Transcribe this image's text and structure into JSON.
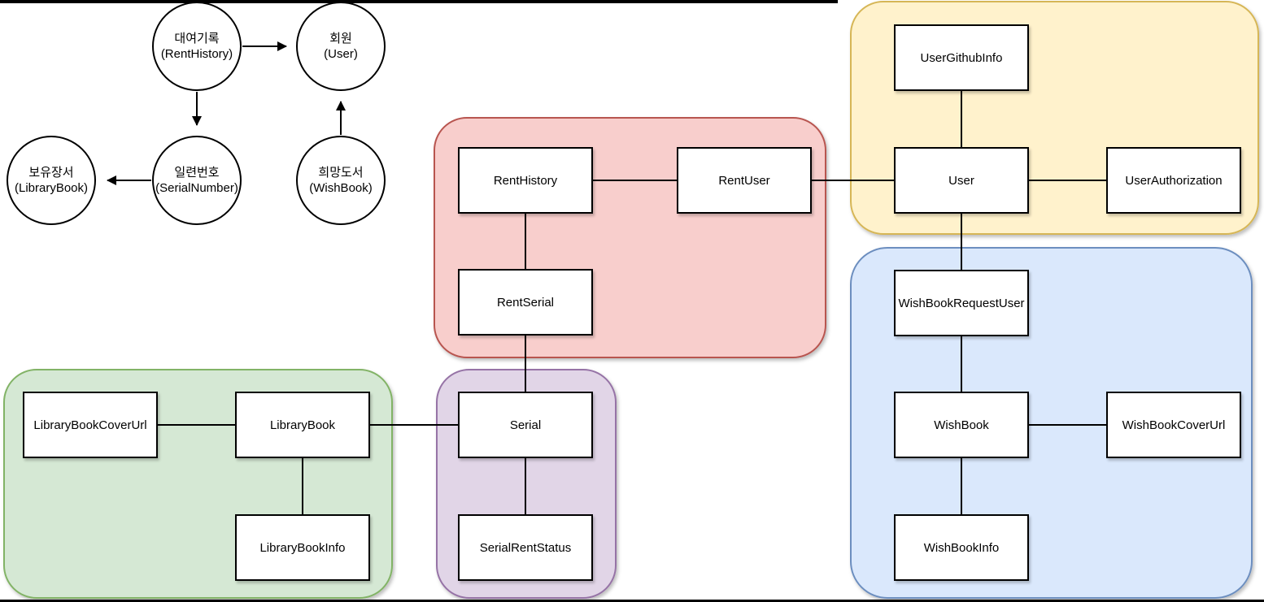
{
  "diagram": {
    "concept_nodes": [
      {
        "ko": "대여기록",
        "en": "(RentHistory)"
      },
      {
        "ko": "회원",
        "en": "(User)"
      },
      {
        "ko": "보유장서",
        "en": "(LibraryBook)"
      },
      {
        "ko": "일련번호",
        "en": "(SerialNumber)"
      },
      {
        "ko": "희망도서",
        "en": "(WishBook)"
      }
    ],
    "concept_arrows": [
      "대여기록(RentHistory) → 회원(User)",
      "대여기록(RentHistory) → 일련번호(SerialNumber)",
      "일련번호(SerialNumber) → 보유장서(LibraryBook)",
      "희망도서(WishBook) → 회원(User)"
    ],
    "nodes": {
      "rent_history": "RentHistory",
      "rent_user": "RentUser",
      "rent_serial": "RentSerial",
      "user_github_info": "UserGithubInfo",
      "user": "User",
      "user_authorization": "UserAuthorization",
      "wish_book_request_user": "WishBookRequestUser",
      "wish_book": "WishBook",
      "wish_book_cover_url": "WishBookCoverUrl",
      "wish_book_info": "WishBookInfo",
      "library_book_cover_url": "LibraryBookCoverUrl",
      "library_book": "LibraryBook",
      "library_book_info": "LibraryBookInfo",
      "serial": "Serial",
      "serial_rent_status": "SerialRentStatus"
    },
    "groups": [
      {
        "name": "rent",
        "fill": "#f8cecc",
        "stroke": "#b85450"
      },
      {
        "name": "user",
        "fill": "#fff2cc",
        "stroke": "#d6b656"
      },
      {
        "name": "wishbook",
        "fill": "#dae8fc",
        "stroke": "#6c8ebf"
      },
      {
        "name": "librarybook",
        "fill": "#d5e8d4",
        "stroke": "#82b366"
      },
      {
        "name": "serial",
        "fill": "#e1d5e7",
        "stroke": "#9673a6"
      }
    ],
    "links": [
      "RentHistory — RentUser",
      "RentUser — User",
      "RentHistory — RentSerial",
      "RentSerial — Serial",
      "UserGithubInfo — User",
      "User — UserAuthorization",
      "User — WishBookRequestUser",
      "WishBookRequestUser — WishBook",
      "WishBook — WishBookCoverUrl",
      "WishBook — WishBookInfo",
      "LibraryBookCoverUrl — LibraryBook",
      "LibraryBook — Serial",
      "LibraryBook — LibraryBookInfo",
      "Serial — SerialRentStatus"
    ],
    "edge_color": "#000000"
  }
}
